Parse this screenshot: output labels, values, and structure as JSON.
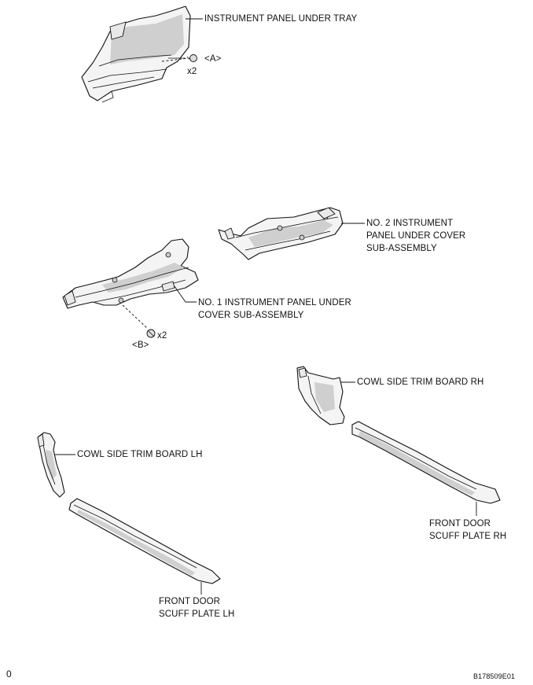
{
  "labels": {
    "tray": "INSTRUMENT PANEL UNDER TRAY",
    "clip_a": "<A>",
    "qty_a": "x2",
    "no2_line1": "NO. 2 INSTRUMENT",
    "no2_line2": "PANEL UNDER COVER",
    "no2_line3": "SUB-ASSEMBLY",
    "no1_line1": "NO. 1 INSTRUMENT PANEL UNDER",
    "no1_line2": "COVER SUB-ASSEMBLY",
    "clip_b": "<B>",
    "qty_b": "x2",
    "cowl_rh": "COWL SIDE TRIM BOARD RH",
    "cowl_lh": "COWL SIDE TRIM BOARD LH",
    "scuff_rh_line1": "FRONT DOOR",
    "scuff_rh_line2": "SCUFF PLATE RH",
    "scuff_lh_line1": "FRONT DOOR",
    "scuff_lh_line2": "SCUFF PLATE LH"
  },
  "footer": {
    "left_mark": "0",
    "figure_id": "B178509E01"
  }
}
